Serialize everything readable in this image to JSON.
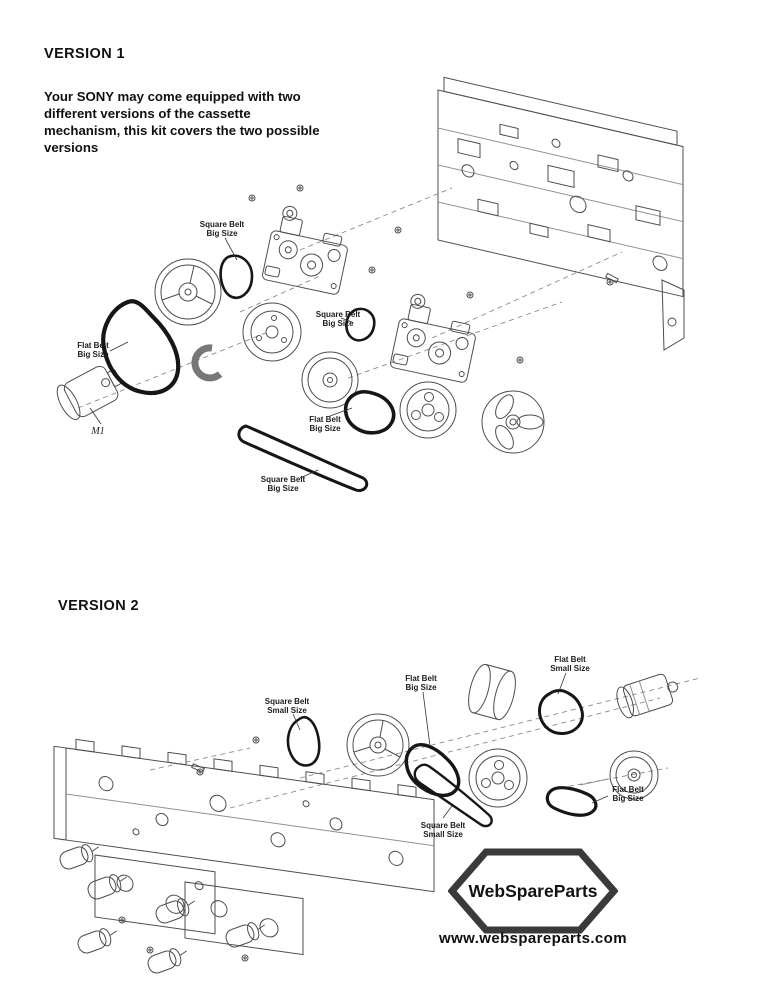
{
  "version1": {
    "heading": "VERSION 1",
    "intro": "Your SONY may come equipped with two different versions of the cassette mechanism, this kit covers the two possible versions",
    "labels": {
      "square_big_1_l1": "Square Belt",
      "square_big_1_l2": "Big Size",
      "flat_big_1_l1": "Flat Belt",
      "flat_big_1_l2": "Big Size",
      "motor": "M1",
      "square_big_2_l1": "Square Belt",
      "square_big_2_l2": "Big Size",
      "flat_big_2_l1": "Flat Belt",
      "flat_big_2_l2": "Big Size",
      "square_big_3_l1": "Square Belt",
      "square_big_3_l2": "Big Size"
    }
  },
  "version2": {
    "heading": "VERSION 2",
    "labels": {
      "square_small_1_l1": "Square Belt",
      "square_small_1_l2": "Small Size",
      "flat_big_1_l1": "Flat Belt",
      "flat_big_1_l2": "Big Size",
      "flat_small_1_l1": "Flat Belt",
      "flat_small_1_l2": "Small Size",
      "square_small_2_l1": "Square Belt",
      "square_small_2_l2": "Small Size",
      "flat_big_2_l1": "Flat Belt",
      "flat_big_2_l2": "Big Size"
    }
  },
  "footer": {
    "logo": "WebSpareParts",
    "website": "www.webspareparts.com"
  }
}
